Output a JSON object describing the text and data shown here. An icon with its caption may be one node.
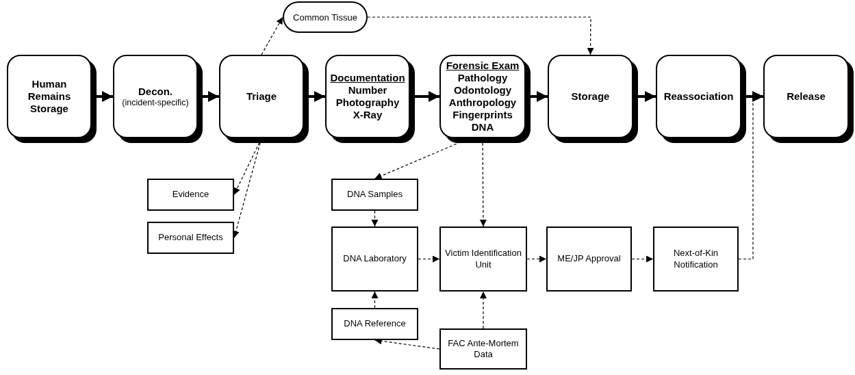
{
  "diagram": {
    "nodes": [
      {
        "text": [
          "Human Remains Storage"
        ]
      },
      {
        "text": [
          "Decon.",
          "(incident-specific)"
        ]
      },
      {
        "text": [
          "Triage"
        ]
      },
      {
        "text": [
          "Documentation",
          "Number Photography X-Ray"
        ]
      },
      {
        "text": [
          "Forensic Exam",
          "Pathology Odontology Anthropology Fingerprints DNA"
        ]
      },
      {
        "text": [
          "Storage"
        ]
      },
      {
        "text": [
          "Reassociation"
        ]
      },
      {
        "text": [
          "Release"
        ]
      },
      {
        "text": [
          "Common Tissue"
        ]
      },
      {
        "text": [
          "Evidence"
        ]
      },
      {
        "text": [
          "Personal Effects"
        ]
      },
      {
        "text": [
          "DNA Samples"
        ]
      },
      {
        "text": [
          "DNA Laboratory"
        ]
      },
      {
        "text": [
          "DNA Reference"
        ]
      },
      {
        "text": [
          "Victim Identification Unit"
        ]
      },
      {
        "text": [
          "ME/JP Approval"
        ]
      },
      {
        "text": [
          "Next-of-Kin Notification"
        ]
      },
      {
        "text": [
          "FAC Ante-Mortem Data"
        ]
      }
    ],
    "edges": [
      {
        "from": 0,
        "to": 1,
        "arrow": "to",
        "style": "thick"
      },
      {
        "from": 1,
        "to": 2,
        "arrow": "to",
        "style": "thick"
      },
      {
        "from": 2,
        "to": 3,
        "arrow": "to",
        "style": "thick"
      },
      {
        "from": 3,
        "to": 4,
        "arrow": "to",
        "style": "thick"
      },
      {
        "from": 4,
        "to": 5,
        "arrow": "to",
        "style": "thick"
      },
      {
        "from": 5,
        "to": 6,
        "arrow": "to",
        "style": "thick"
      },
      {
        "from": 6,
        "to": 7,
        "arrow": "to",
        "style": "thick"
      },
      {
        "from": 2,
        "to": 8,
        "arrow": "to",
        "style": "dashed"
      },
      {
        "from": 8,
        "to": 5,
        "arrow": "to",
        "style": "dashed"
      },
      {
        "from": 2,
        "to": 9,
        "arrow": "to",
        "style": "dashed"
      },
      {
        "from": 2,
        "to": 10,
        "arrow": "to",
        "style": "dashed"
      },
      {
        "from": 4,
        "to": 11,
        "arrow": "to",
        "style": "dashed"
      },
      {
        "from": 4,
        "to": 14,
        "arrow": "to",
        "style": "dashed"
      },
      {
        "from": 11,
        "to": 12,
        "arrow": "to",
        "style": "dashed"
      },
      {
        "from": 13,
        "to": 12,
        "arrow": "to",
        "style": "dashed"
      },
      {
        "from": 12,
        "to": 14,
        "arrow": "to",
        "style": "dashed"
      },
      {
        "from": 17,
        "to": 14,
        "arrow": "to",
        "style": "dashed"
      },
      {
        "from": 17,
        "to": 13,
        "arrow": "to",
        "style": "dashed"
      },
      {
        "from": 14,
        "to": 15,
        "arrow": "to",
        "style": "dashed"
      },
      {
        "from": 15,
        "to": 16,
        "arrow": "to",
        "style": "dashed"
      },
      {
        "from": 16,
        "to": 7,
        "arrow": "to",
        "style": "dashed"
      }
    ]
  }
}
